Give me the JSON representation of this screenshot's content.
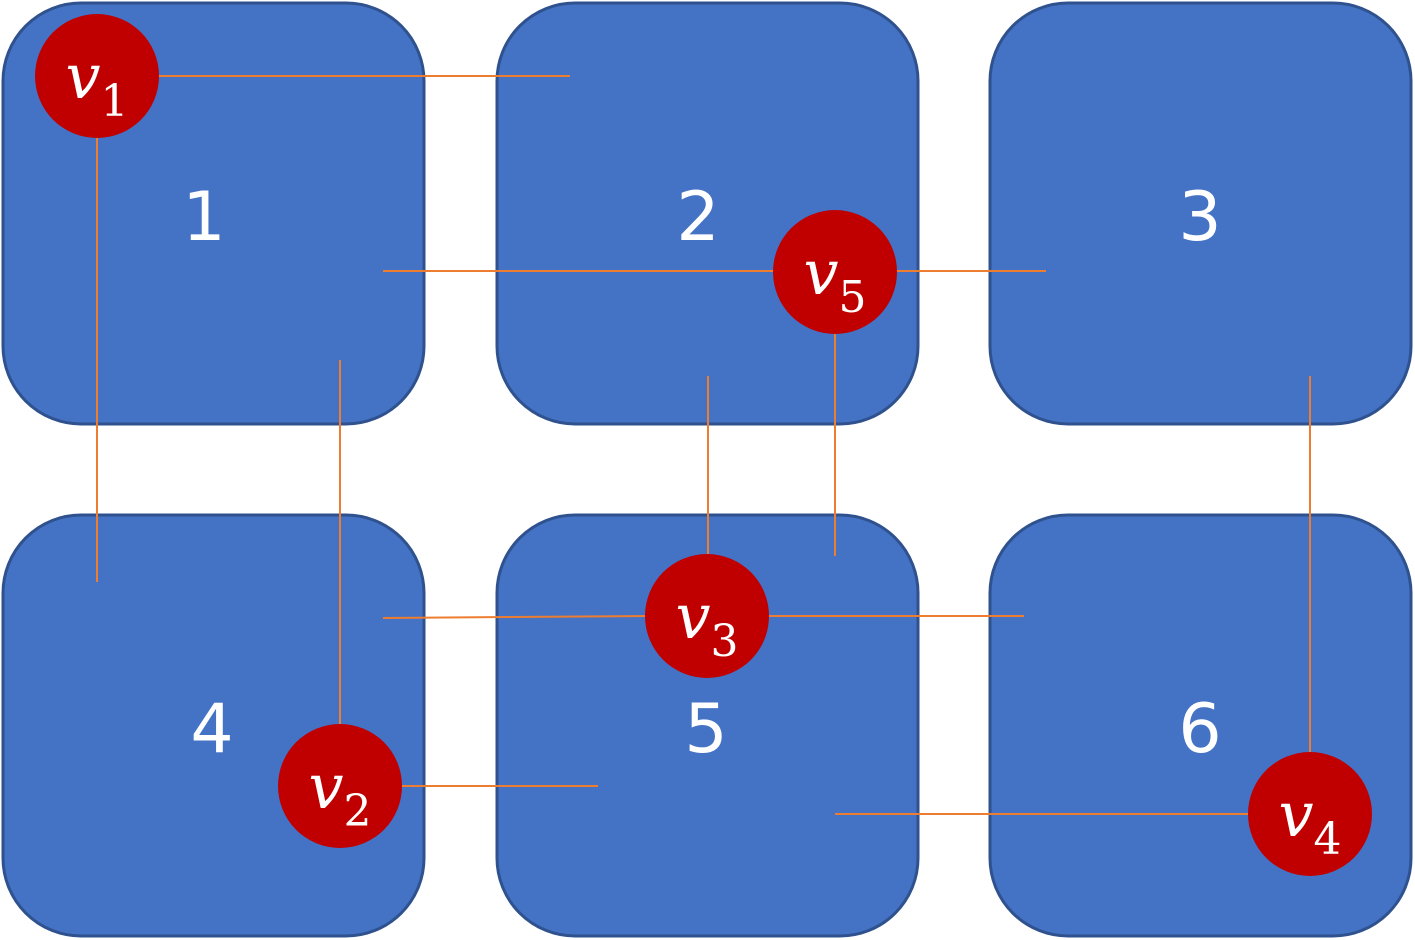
{
  "colors": {
    "cell_fill": "#4472c4",
    "cell_border": "#2f528f",
    "edge": "#ed7d31",
    "node_fill": "#c00000",
    "text": "#ffffff"
  },
  "cells": [
    {
      "label": "1"
    },
    {
      "label": "2"
    },
    {
      "label": "3"
    },
    {
      "label": "4"
    },
    {
      "label": "5"
    },
    {
      "label": "6"
    }
  ],
  "nodes": [
    {
      "var": "v",
      "sub": "1"
    },
    {
      "var": "v",
      "sub": "2"
    },
    {
      "var": "v",
      "sub": "3"
    },
    {
      "var": "v",
      "sub": "4"
    },
    {
      "var": "v",
      "sub": "5"
    }
  ]
}
